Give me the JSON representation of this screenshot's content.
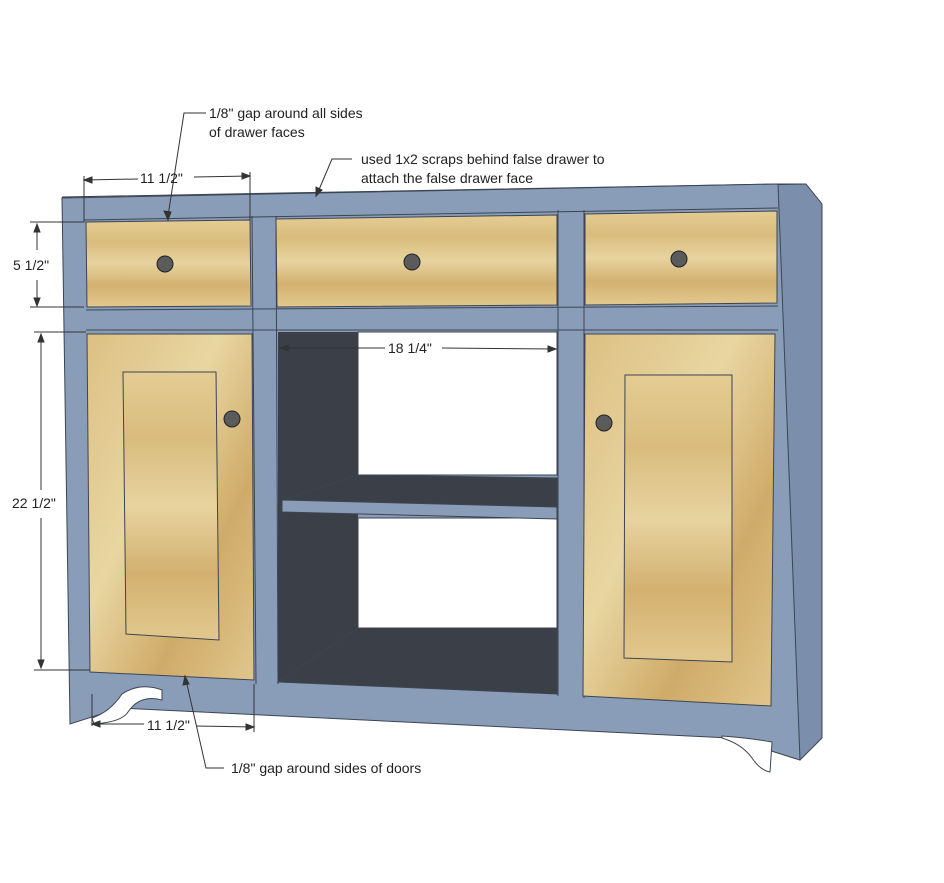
{
  "colors": {
    "frame": "#8a9db8",
    "frame_shadow": "#6f82a0",
    "frame_edge": "#3c4552",
    "interior": "#3b3f47",
    "wood_light": "#e6cf95",
    "wood_mid": "#d8b978",
    "wood_dark": "#c7a264",
    "knob": "#5b5b5b",
    "dimension_line": "#333333",
    "background": "#ffffff"
  },
  "annotations": {
    "drawer_gap_line1": "1/8\" gap around all sides",
    "drawer_gap_line2": "of drawer faces",
    "scraps_line1": "used 1x2 scraps behind false drawer to",
    "scraps_line2": "attach the false drawer face",
    "door_gap": "1/8\" gap around sides of doors"
  },
  "dimensions": {
    "drawer_width": "11 1/2\"",
    "drawer_height": "5 1/2\"",
    "opening_width": "18 1/4\"",
    "door_height": "22 1/2\"",
    "door_width": "11 1/2\""
  }
}
